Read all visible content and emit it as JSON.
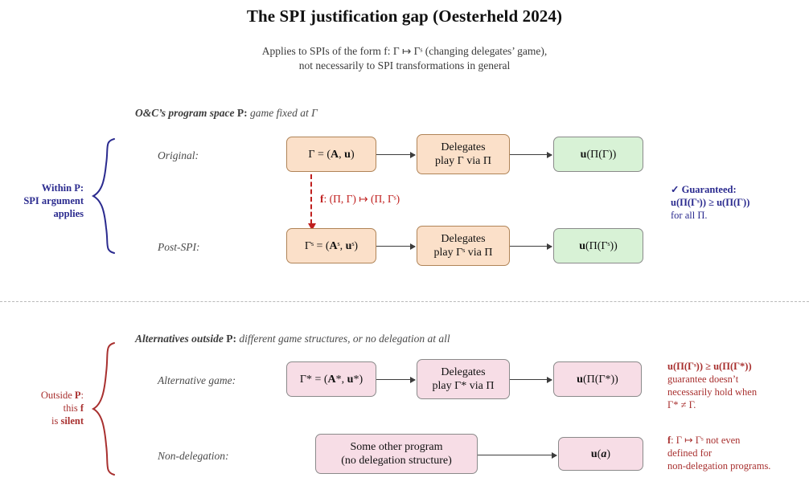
{
  "title": "The SPI justification gap (Oesterheld 2024)",
  "subtitle": {
    "line1": "Applies to SPIs of the form f: Γ ↦ Γˢ (changing delegates’ game),",
    "line2": "not necessarily to SPI transformations in general"
  },
  "colors": {
    "peach_fill": "#fbe0c9",
    "peach_border": "#b08457",
    "green_fill": "#d8f2d6",
    "pink_fill": "#f7dde6",
    "box_border": "#8a8a8a",
    "blue_accent": "#2b2b8f",
    "red_accent": "#a8302f",
    "red_arrow": "#c0201f",
    "divider": "#b9b9b9"
  },
  "upper": {
    "section_header": {
      "bold": "O&C’s program space",
      "bold_p": "P",
      "colon": ":",
      "italic": "game fixed at Γ"
    },
    "brace_label": {
      "line1": "Within P:",
      "line2": "SPI argument",
      "line3": "applies"
    },
    "rows": [
      {
        "label": "Original:",
        "nodes": [
          {
            "name": "game-original",
            "text": "Γ = (A, u)",
            "style": "peach"
          },
          {
            "name": "delegates-original",
            "text": "Delegates\nplay Γ via Π",
            "style": "peach"
          },
          {
            "name": "utility-original",
            "text": "u(Π(Γ))",
            "style": "green"
          }
        ]
      },
      {
        "label": "Post-SPI:",
        "nodes": [
          {
            "name": "game-postspi",
            "text": "Γˢ = (Aˢ, uˢ)",
            "style": "peach"
          },
          {
            "name": "delegates-postspi",
            "text": "Delegates\nplay Γˢ via Π",
            "style": "peach"
          },
          {
            "name": "utility-postspi",
            "text": "u(Π(Γˢ))",
            "style": "green"
          }
        ]
      }
    ],
    "spi_arrow_label": "f: (Π, Γ) ↦ (Π, Γˢ)",
    "annotation": {
      "line1": "✓ Guaranteed:",
      "line2": "u(Π(Γˢ)) ≥ u(Π(Γ))",
      "line3": "for all Π."
    }
  },
  "lower": {
    "section_header": {
      "bold": "Alternatives outside",
      "bold_p": "P",
      "colon": ":",
      "italic": "different game structures, or no delegation at all"
    },
    "brace_label": {
      "line1": "Outside P:",
      "line2": "this f",
      "line3": "is silent"
    },
    "rows": [
      {
        "label": "Alternative game:",
        "nodes": [
          {
            "name": "game-alternative",
            "text": "Γ* = (A*, u*)",
            "style": "pink"
          },
          {
            "name": "delegates-alternative",
            "text": "Delegates\nplay Γ* via Π",
            "style": "pink"
          },
          {
            "name": "utility-alternative",
            "text": "u(Π(Γ*))",
            "style": "pink"
          }
        ],
        "annotation": {
          "line1": "u(Π(Γˢ)) ≥ u(Π(Γ*))",
          "line2": "guarantee doesn’t",
          "line3": "necessarily hold when",
          "line4": "Γ* ≠ Γ."
        }
      },
      {
        "label": "Non-delegation:",
        "nodes": [
          {
            "name": "other-program",
            "text": "Some other program\n(no delegation structure)",
            "style": "pink"
          },
          {
            "name": "utility-action",
            "text": "u(a)",
            "style": "pink"
          }
        ],
        "annotation": {
          "line1": "f: Γ ↦ Γˢ not even",
          "line2": "defined for",
          "line3": "non-delegation programs."
        }
      }
    ]
  }
}
